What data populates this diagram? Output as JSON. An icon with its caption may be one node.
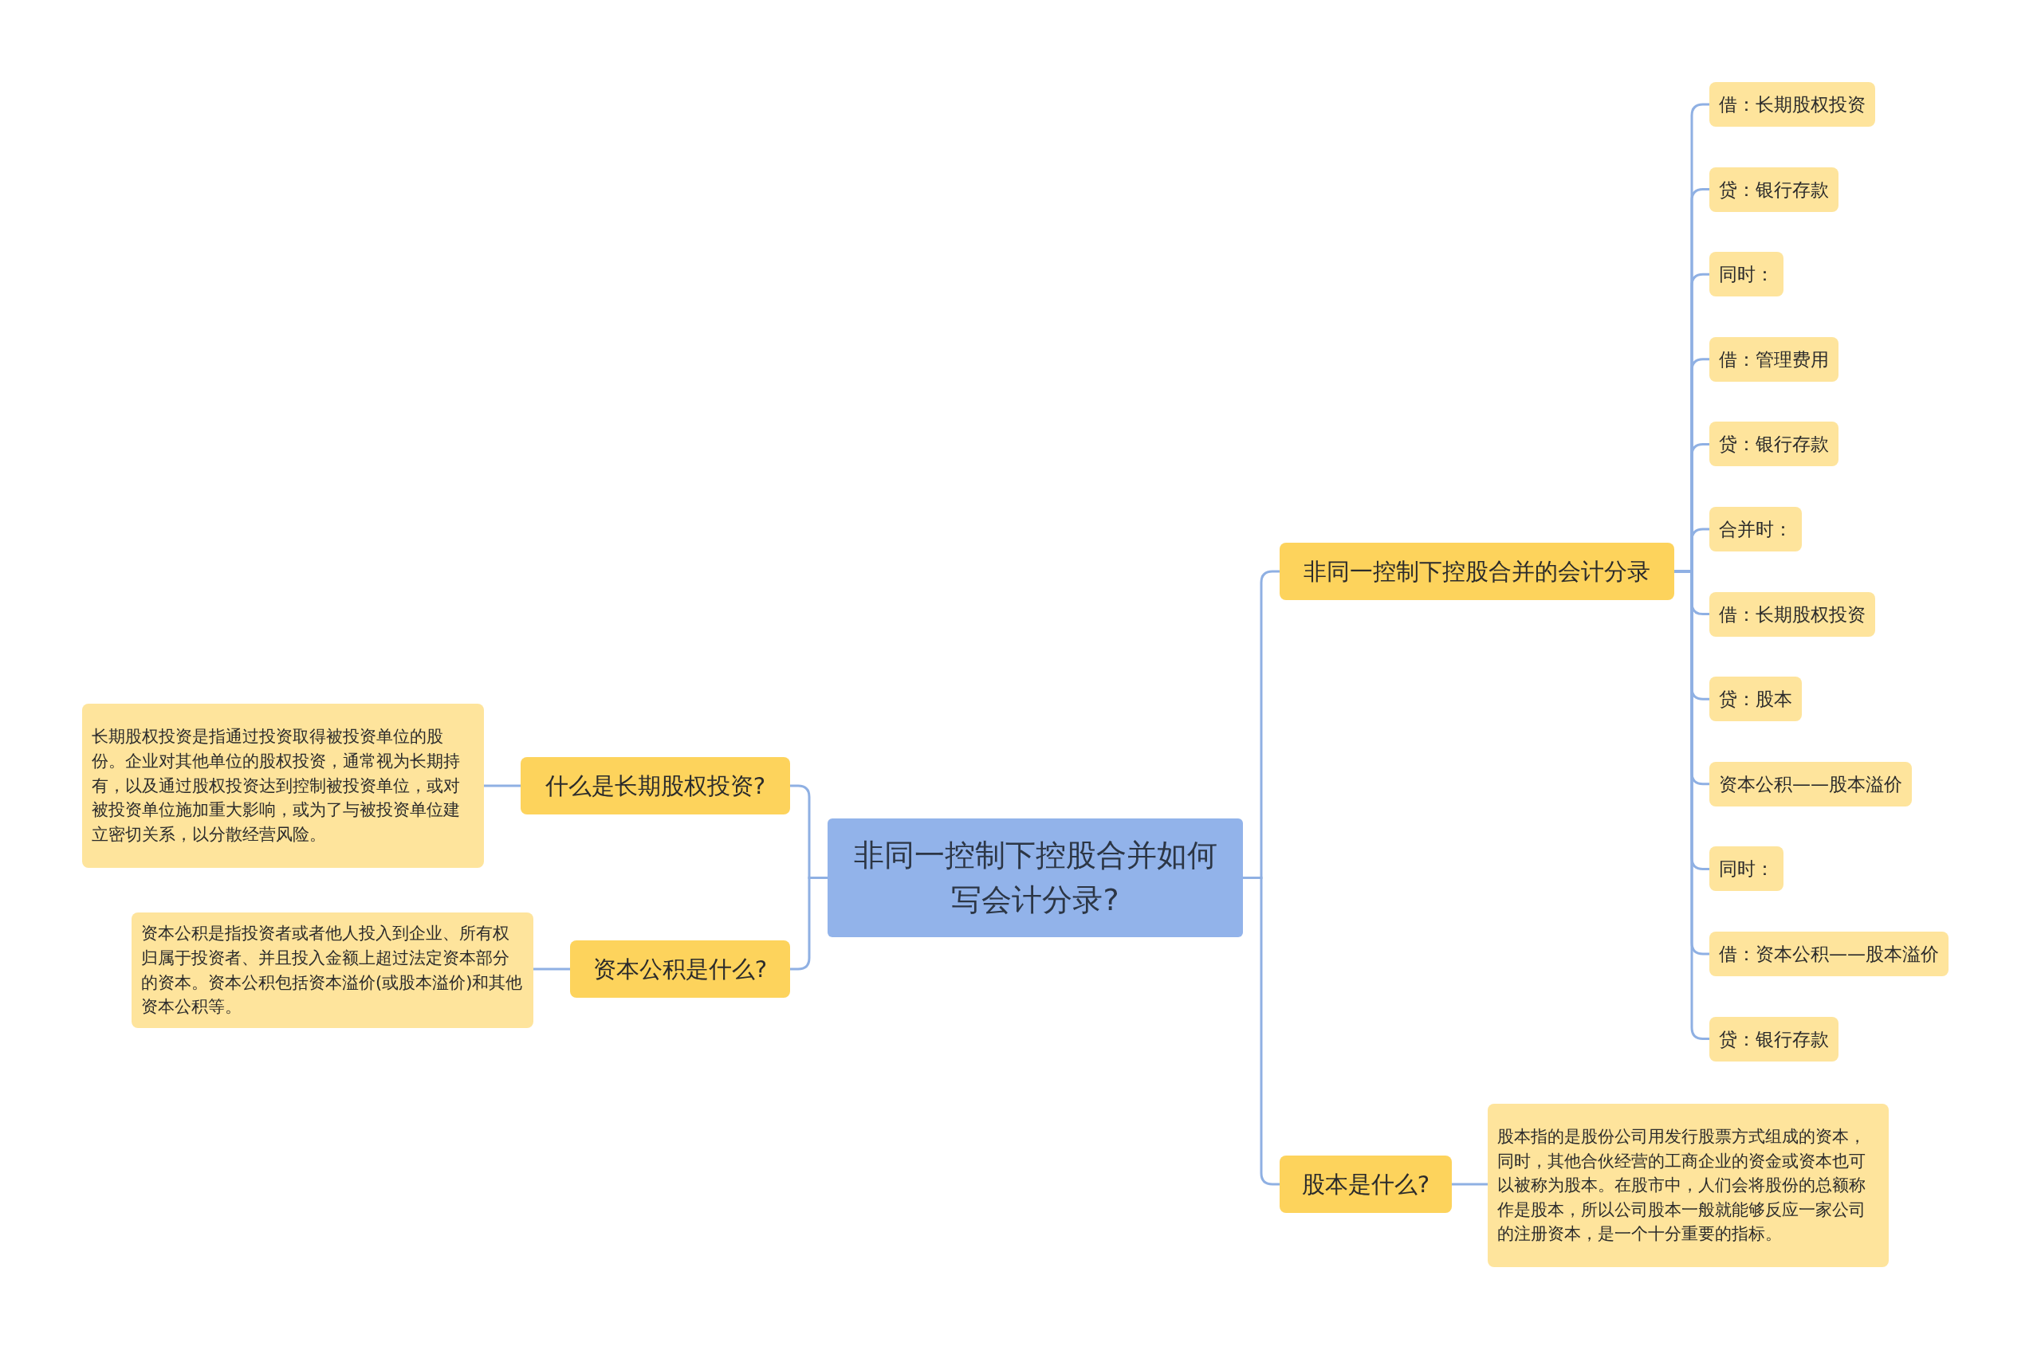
{
  "diagram": {
    "nodes": [
      {
        "text": [
          "非同一控制下控股合并如何写会计分录?"
        ]
      },
      {
        "text": [
          "什么是长期股权投资?"
        ]
      },
      {
        "text": [
          "长期股权投资是指通过投资取得被投资单位的股份。企业对其他单位的股权投资，通常视为长期持有，以及通过股权投资达到控制被投资单位，或对被投资单位施加重大影响，或为了与被投资单位建立密切关系，以分散经营风险。"
        ]
      },
      {
        "text": [
          "资本公积是什么?"
        ]
      },
      {
        "text": [
          "资本公积是指投资者或者他人投入到企业、所有权归属于投资者、并且投入金额上超过法定资本部分的资本。资本公积包括资本溢价(或股本溢价)和其他资本公积等。"
        ]
      },
      {
        "text": [
          "非同一控制下控股合并的会计分录"
        ]
      },
      {
        "text": [
          "借：长期股权投资"
        ]
      },
      {
        "text": [
          "贷：银行存款"
        ]
      },
      {
        "text": [
          "同时："
        ]
      },
      {
        "text": [
          "借：管理费用"
        ]
      },
      {
        "text": [
          "贷：银行存款"
        ]
      },
      {
        "text": [
          "合并时："
        ]
      },
      {
        "text": [
          "借：长期股权投资"
        ]
      },
      {
        "text": [
          "贷：股本"
        ]
      },
      {
        "text": [
          "资本公积——股本溢价"
        ]
      },
      {
        "text": [
          "同时："
        ]
      },
      {
        "text": [
          "借：资本公积——股本溢价"
        ]
      },
      {
        "text": [
          "贷：银行存款"
        ]
      },
      {
        "text": [
          "股本是什么?"
        ]
      },
      {
        "text": [
          "股本指的是股份公司用发行股票方式组成的资本，同时，其他合伙经营的工商企业的资金或资本也可以被称为股本。在股市中，人们会将股份的总额称作是股本，所以公司股本一般就能够反应一家公司的注册资本，是一个十分重要的指标。"
        ]
      }
    ],
    "edges": [
      {
        "from": 0,
        "to": 1,
        "arrow": "none"
      },
      {
        "from": 1,
        "to": 2,
        "arrow": "none"
      },
      {
        "from": 0,
        "to": 3,
        "arrow": "none"
      },
      {
        "from": 3,
        "to": 4,
        "arrow": "none"
      },
      {
        "from": 0,
        "to": 5,
        "arrow": "none"
      },
      {
        "from": 5,
        "to": 6,
        "arrow": "none"
      },
      {
        "from": 5,
        "to": 7,
        "arrow": "none"
      },
      {
        "from": 5,
        "to": 8,
        "arrow": "none"
      },
      {
        "from": 5,
        "to": 9,
        "arrow": "none"
      },
      {
        "from": 5,
        "to": 10,
        "arrow": "none"
      },
      {
        "from": 5,
        "to": 11,
        "arrow": "none"
      },
      {
        "from": 5,
        "to": 12,
        "arrow": "none"
      },
      {
        "from": 5,
        "to": 13,
        "arrow": "none"
      },
      {
        "from": 5,
        "to": 14,
        "arrow": "none"
      },
      {
        "from": 5,
        "to": 15,
        "arrow": "none"
      },
      {
        "from": 5,
        "to": 16,
        "arrow": "none"
      },
      {
        "from": 5,
        "to": 17,
        "arrow": "none"
      },
      {
        "from": 0,
        "to": 18,
        "arrow": "none"
      },
      {
        "from": 18,
        "to": 19,
        "arrow": "none"
      }
    ]
  }
}
